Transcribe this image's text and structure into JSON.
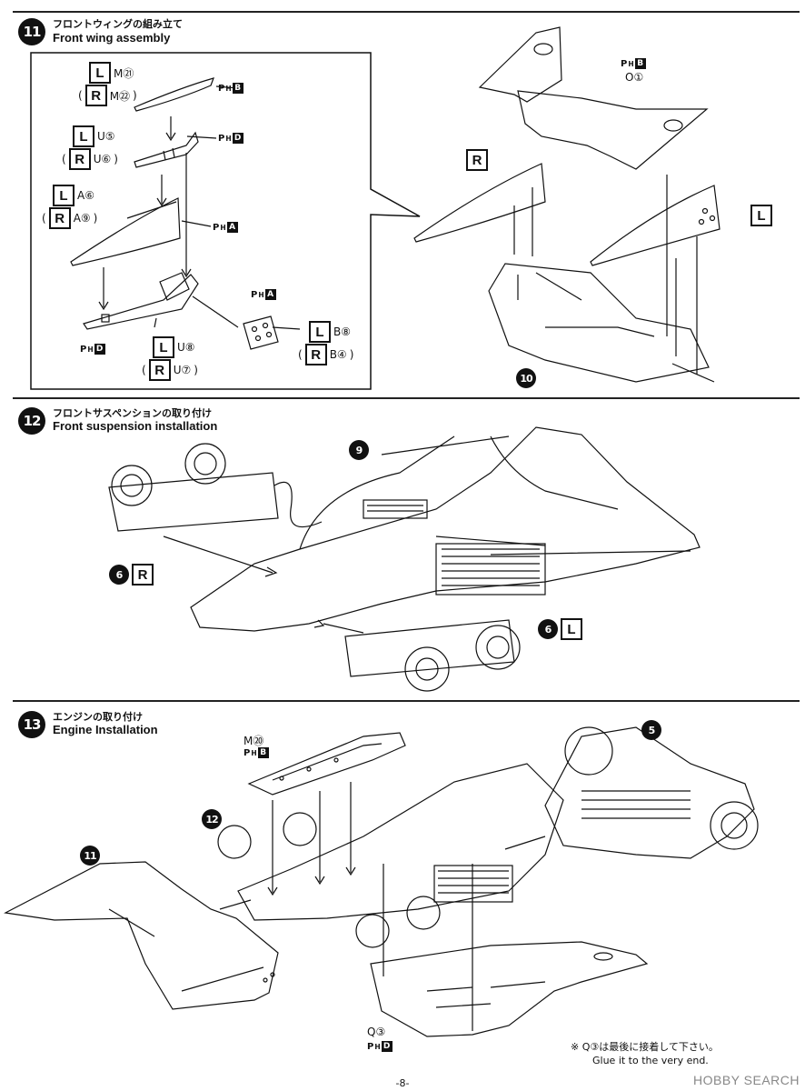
{
  "steps": [
    {
      "number": "11",
      "title_jp": "フロントウィングの組み立て",
      "title_en": "Front wing assembly"
    },
    {
      "number": "12",
      "title_jp": "フロントサスペンションの取り付け",
      "title_en": "Front suspension installation"
    },
    {
      "number": "13",
      "title_jp": "エンジンの取り付け",
      "title_en": "Engine Installation"
    }
  ],
  "step11": {
    "parts": [
      {
        "side": "L",
        "code": "M㉑"
      },
      {
        "side": "R",
        "code": "M㉒"
      },
      {
        "side": "L",
        "code": "U⑤"
      },
      {
        "side": "R",
        "code": "U⑥"
      },
      {
        "side": "L",
        "code": "A⑥"
      },
      {
        "side": "R",
        "code": "A⑨"
      },
      {
        "side": "L",
        "code": "U⑧"
      },
      {
        "side": "R",
        "code": "U⑦"
      },
      {
        "side": "L",
        "code": "B⑧"
      },
      {
        "side": "R",
        "code": "B④"
      }
    ],
    "paint": [
      "B",
      "D",
      "A",
      "D",
      "A",
      "B"
    ],
    "right_parts": {
      "o_code": "O①",
      "r": "R",
      "l": "L",
      "ref": "10"
    }
  },
  "step12": {
    "ref9": "9",
    "ref6": "6",
    "left": "L",
    "right": "R"
  },
  "step13": {
    "m_code": "M⑳",
    "m_paint": "B",
    "q_code": "Q③",
    "q_paint": "D",
    "ref11": "11",
    "ref12": "12",
    "ref5": "5",
    "note_jp": "※ Q③は最後に接着して下さい。",
    "note_en": "Glue it to the very end."
  },
  "paint_prefix": "P",
  "paint_sub": "H",
  "paren_open": "(",
  "paren_close": ")",
  "page_number": "-8-",
  "watermark": "HOBBY SEARCH"
}
